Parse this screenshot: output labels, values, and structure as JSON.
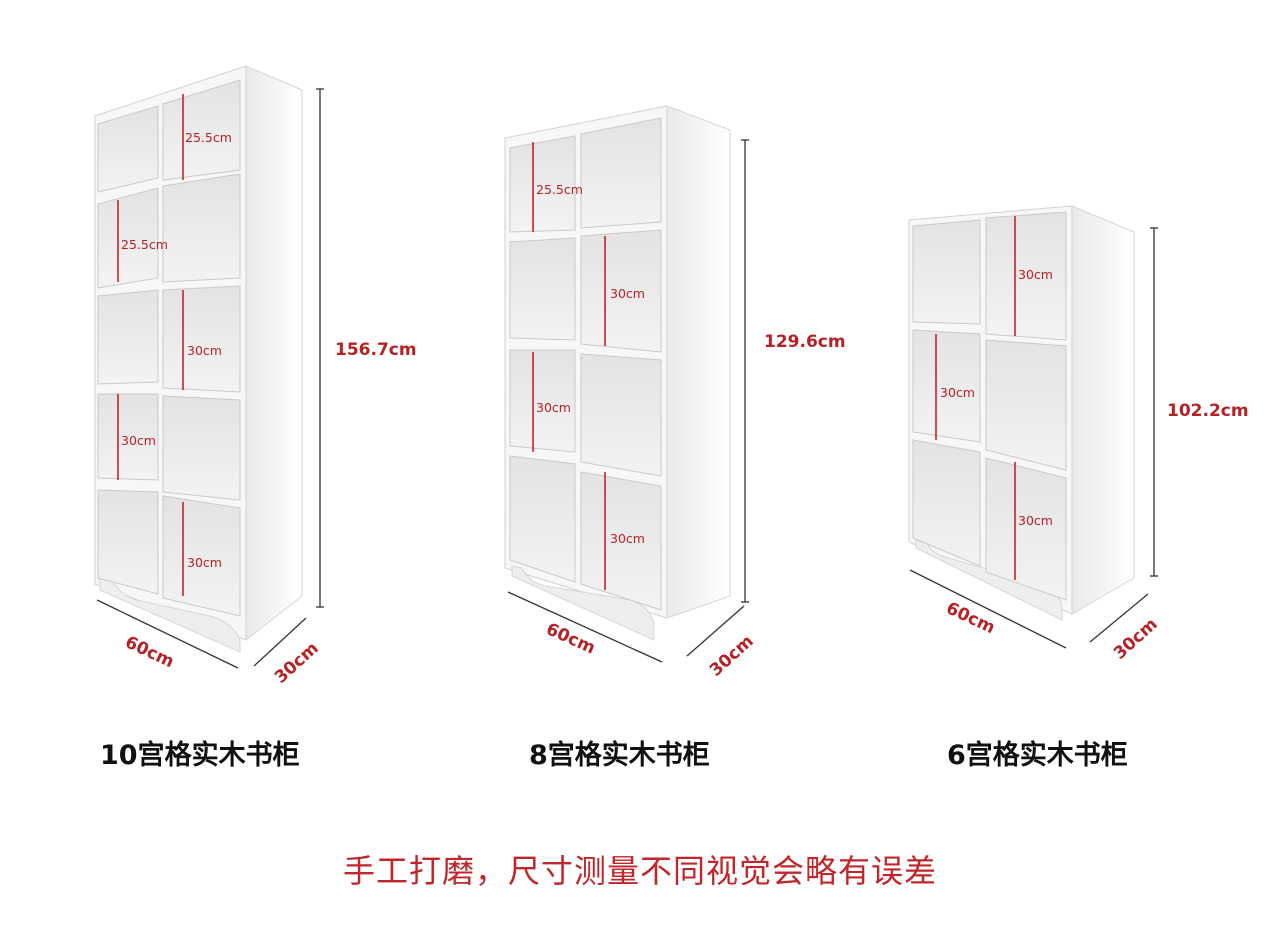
{
  "colors": {
    "accent_red": "#c0262a",
    "line_dark": "#333333",
    "shelf_white": "#f4f4f4"
  },
  "bookcases": [
    {
      "title": "10宫格实木书柜",
      "height_label": "156.7cm",
      "width_label": "60cm",
      "depth_label": "30cm",
      "compartment_labels": [
        "25.5cm",
        "25.5cm",
        "30cm",
        "30cm",
        "30cm"
      ]
    },
    {
      "title": "8宫格实木书柜",
      "height_label": "129.6cm",
      "width_label": "60cm",
      "depth_label": "30cm",
      "compartment_labels": [
        "25.5cm",
        "30cm",
        "30cm",
        "30cm"
      ]
    },
    {
      "title": "6宫格实木书柜",
      "height_label": "102.2cm",
      "width_label": "60cm",
      "depth_label": "30cm",
      "compartment_labels": [
        "30cm",
        "30cm",
        "30cm"
      ]
    }
  ],
  "footer_note": "手工打磨，尺寸测量不同视觉会略有误差"
}
